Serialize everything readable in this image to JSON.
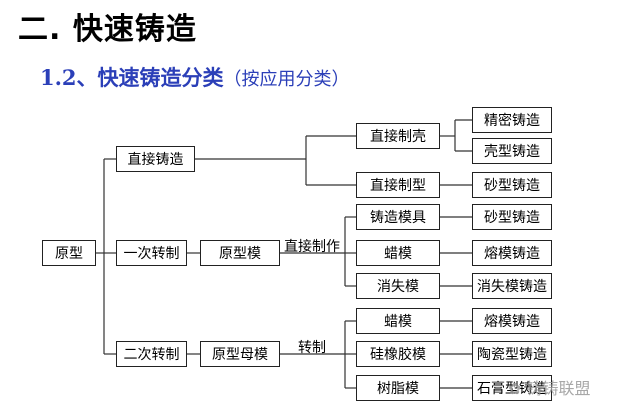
{
  "header": {
    "title": "二. 快速铸造",
    "subtitle": "1.2、快速铸造分类",
    "subtitle_paren": "（按应用分类）"
  },
  "diagram": {
    "root": "原型",
    "level1": {
      "direct_casting": "直接铸造",
      "once_make": "一次转制",
      "twice_make": "二次转制"
    },
    "level2": {
      "prototype_mold": "原型模",
      "prototype_master": "原型母模"
    },
    "edge_labels": {
      "direct_make": "直接制作",
      "transfer": "转制"
    },
    "methods": {
      "direct_shell": "直接制壳",
      "direct_core": "直接制型",
      "casting_pattern": "铸造模具",
      "wax_pattern_1": "蜡模",
      "lost_foam": "消失模",
      "wax_pattern_2": "蜡模",
      "silicone_mold": "硅橡胶模",
      "resin_mold": "树脂模"
    },
    "processes": {
      "precision_casting": "精密铸造",
      "shell_casting": "壳型铸造",
      "sand_casting_1": "砂型铸造",
      "sand_casting_2": "砂型铸造",
      "investment_casting_1": "熔模铸造",
      "lost_foam_casting": "消失模铸造",
      "investment_casting_2": "熔模铸造",
      "ceramic_casting": "陶瓷型铸造",
      "plaster_casting": "石膏型铸造"
    }
  },
  "watermark": "铸铸联盟"
}
